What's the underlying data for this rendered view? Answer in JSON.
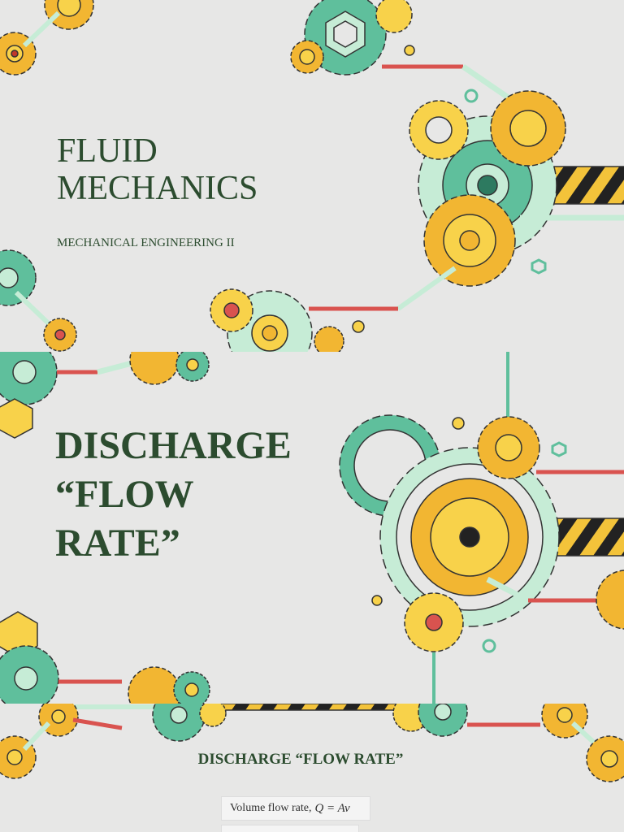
{
  "slide1": {
    "title_line1": "FLUID",
    "title_line2": "MECHANICS",
    "subtitle": "MECHANICAL ENGINEERING II"
  },
  "slide2": {
    "title_line1": "DISCHARGE",
    "title_line2": "“FLOW",
    "title_line3": "RATE”"
  },
  "slide3": {
    "heading": "DISCHARGE “FLOW RATE”",
    "formula_label": "Volume flow rate,",
    "formula_expr": "Q = Av"
  },
  "colors": {
    "background": "#e7e7e6",
    "title_text": "#2c4c2f",
    "gear_yellow": "#f2b632",
    "gear_yellow_light": "#f8d24a",
    "gear_teal": "#5fbf9c",
    "gear_mint": "#c6ecd6",
    "rod_red": "#d9534f",
    "stripe_black": "#222222"
  },
  "icons": [
    "gear-icon",
    "hex-nut-icon",
    "hazard-stripe-icon",
    "piston-rod-icon"
  ]
}
